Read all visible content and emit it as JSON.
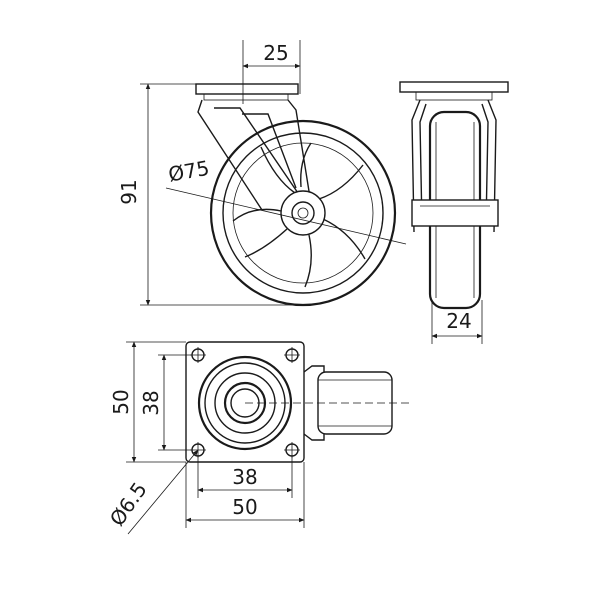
{
  "diagram": {
    "dimensions": {
      "side_plate_width": "25",
      "overall_height": "91",
      "wheel_diameter": "Ø75",
      "wheel_width": "24",
      "plate_length": "50",
      "hole_spacing_vertical": "38",
      "hole_spacing_horizontal": "38",
      "plate_width": "50",
      "bolt_hole_diameter": "Ø6.5"
    }
  }
}
